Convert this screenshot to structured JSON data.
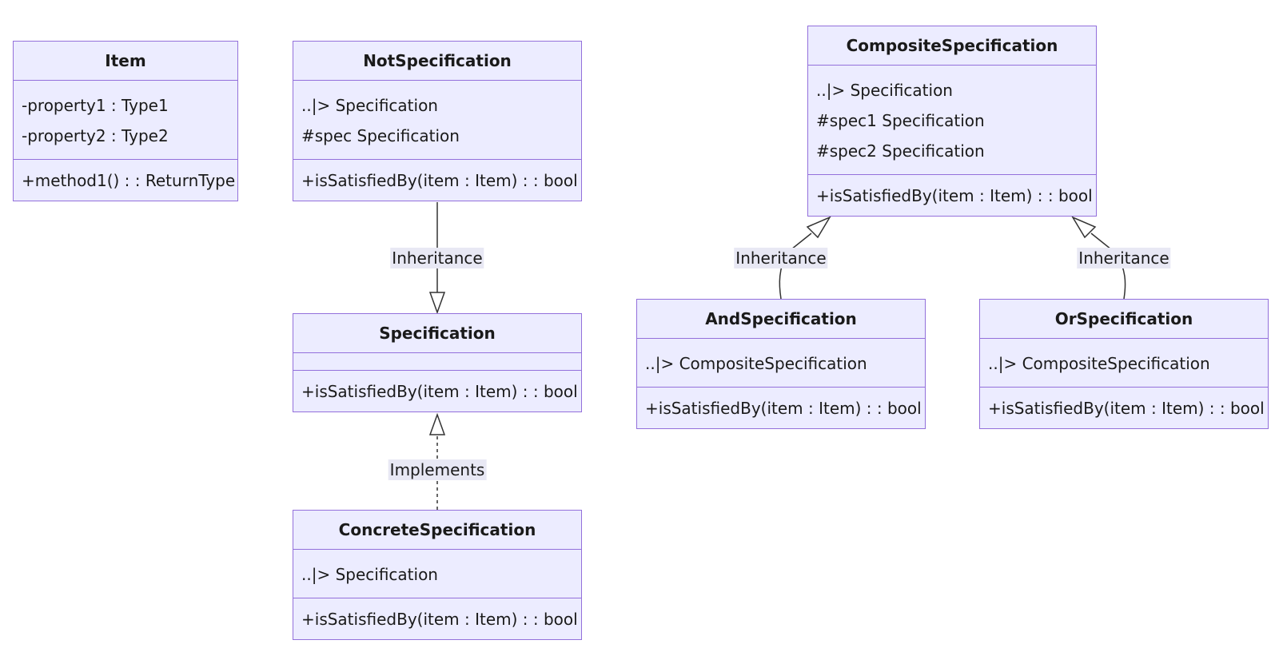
{
  "classes": {
    "item": {
      "name": "Item",
      "attributes": [
        "-property1 : Type1",
        "-property2 : Type2"
      ],
      "methods": [
        "+method1() : : ReturnType"
      ]
    },
    "not_spec": {
      "name": "NotSpecification",
      "attributes": [
        "..|> Specification",
        "#spec Specification"
      ],
      "methods": [
        "+isSatisfiedBy(item : Item) : : bool"
      ]
    },
    "spec": {
      "name": "Specification",
      "attributes": [],
      "methods": [
        "+isSatisfiedBy(item : Item) : : bool"
      ]
    },
    "concrete_spec": {
      "name": "ConcreteSpecification",
      "attributes": [
        "..|> Specification"
      ],
      "methods": [
        "+isSatisfiedBy(item : Item) : : bool"
      ]
    },
    "composite_spec": {
      "name": "CompositeSpecification",
      "attributes": [
        "..|> Specification",
        "#spec1 Specification",
        "#spec2 Specification"
      ],
      "methods": [
        "+isSatisfiedBy(item : Item) : : bool"
      ]
    },
    "and_spec": {
      "name": "AndSpecification",
      "attributes": [
        "..|> CompositeSpecification"
      ],
      "methods": [
        "+isSatisfiedBy(item : Item) : : bool"
      ]
    },
    "or_spec": {
      "name": "OrSpecification",
      "attributes": [
        "..|> CompositeSpecification"
      ],
      "methods": [
        "+isSatisfiedBy(item : Item) : : bool"
      ]
    }
  },
  "relations": {
    "not_to_spec": "Inheritance",
    "concrete_to_spec": "Implements",
    "and_to_composite": "Inheritance",
    "or_to_composite": "Inheritance"
  },
  "colors": {
    "node_fill": "#ececff",
    "node_border": "#9370db",
    "edge": "#333333",
    "label_bg": "#e8e8f4"
  }
}
